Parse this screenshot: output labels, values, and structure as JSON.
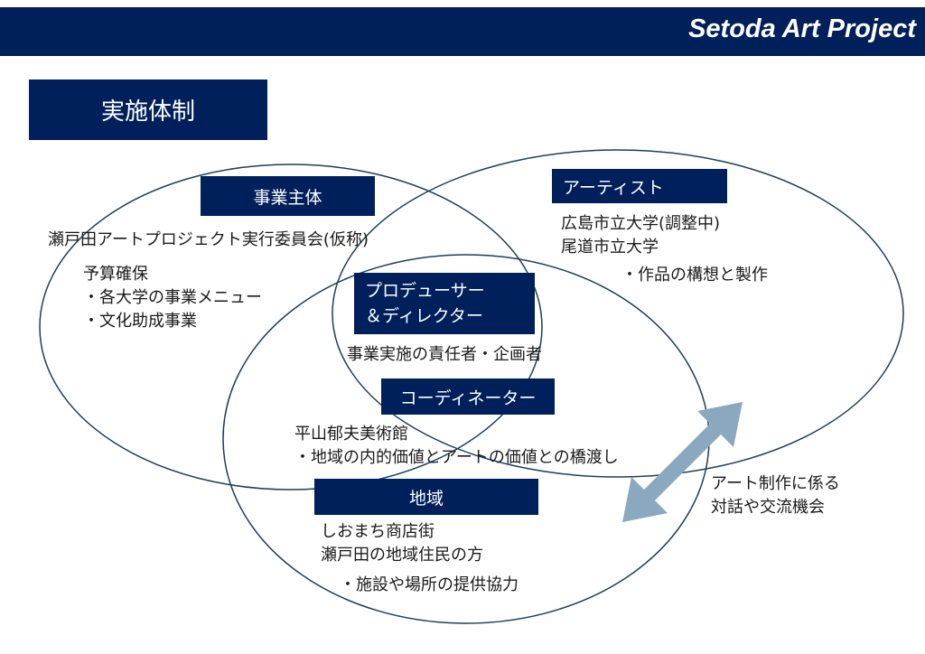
{
  "header": {
    "brand": "Setoda Art Project"
  },
  "title": "実施体制",
  "colors": {
    "navy": "#00205b",
    "arrow": "#8aa9bf",
    "line": "#1b3f5e"
  },
  "groups": {
    "business": {
      "label": "事業主体",
      "org": "瀬戸田アートプロジェクト実行委員会(仮称)",
      "lines": [
        "予算確保",
        "・各大学の事業メニュー",
        "・文化助成事業"
      ]
    },
    "artist": {
      "label": "アーティスト",
      "lines": [
        "広島市立大学(調整中)",
        "尾道市立大学"
      ],
      "role": "・作品の構想と製作"
    },
    "producer": {
      "label_lines": [
        "プロデューサー",
        "＆ディレクター"
      ],
      "role": "事業実施の責任者・企画者"
    },
    "coordinator": {
      "label": "コーディネーター",
      "lines": [
        "平山郁夫美術館",
        "・地域の内的価値とアートの価値との橋渡し"
      ]
    },
    "region": {
      "label": "地域",
      "lines": [
        "しおまち商店街",
        "瀬戸田の地域住民の方"
      ],
      "role": "・施設や場所の提供協力"
    }
  },
  "arrow_note": [
    "アート制作に係る",
    "対話や交流機会"
  ]
}
